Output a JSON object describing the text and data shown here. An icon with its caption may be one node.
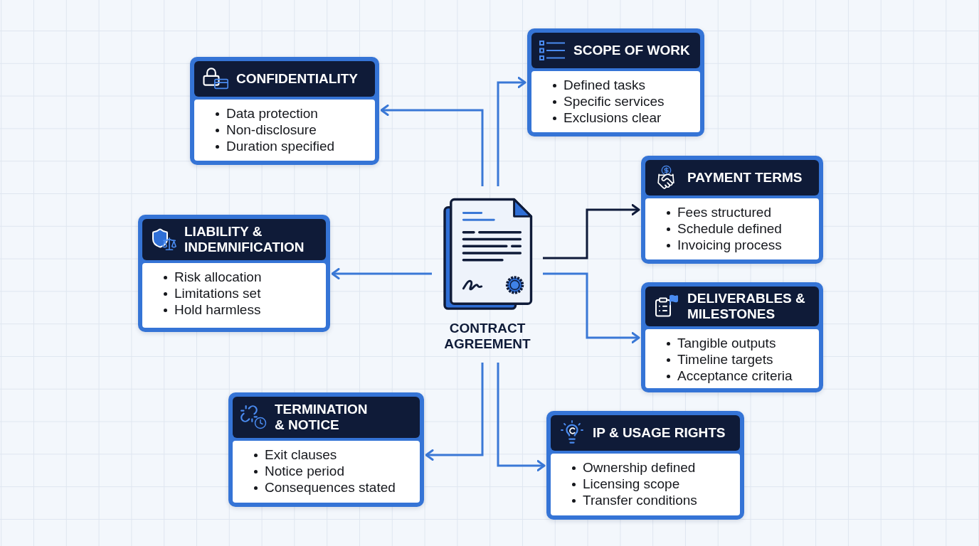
{
  "diagram": {
    "nodes": [
      {
        "text": [
          "CONTRACT AGREEMENT"
        ]
      },
      {
        "text": [
          "CONFIDENTIALITY",
          "Data protection",
          "Non-disclosure",
          "Duration specified"
        ]
      },
      {
        "text": [
          "SCOPE OF WORK",
          "Defined tasks",
          "Specific services",
          "Exclusions clear"
        ]
      },
      {
        "text": [
          "LIABILITY & INDEMNIFICATION",
          "Risk allocation",
          "Limitations set",
          "Hold harmless"
        ]
      },
      {
        "text": [
          "PAYMENT TERMS",
          "Fees structured",
          "Schedule defined",
          "Invoicing process"
        ]
      },
      {
        "text": [
          "DELIVERABLES & MILESTONES",
          "Tangible outputs",
          "Timeline targets",
          "Acceptance criteria"
        ]
      },
      {
        "text": [
          "TERMINATION & NOTICE",
          "Exit clauses",
          "Notice period",
          "Consequences stated"
        ]
      },
      {
        "text": [
          "IP & USAGE RIGHTS",
          "Ownership defined",
          "Licensing scope",
          "Transfer conditions"
        ]
      }
    ],
    "edges": [
      {
        "from": 0,
        "to": 1,
        "arrow": "to"
      },
      {
        "from": 0,
        "to": 2,
        "arrow": "to"
      },
      {
        "from": 0,
        "to": 3,
        "arrow": "to"
      },
      {
        "from": 0,
        "to": 4,
        "arrow": "to",
        "color": "#0f1b3a"
      },
      {
        "from": 0,
        "to": 5,
        "arrow": "to"
      },
      {
        "from": 0,
        "to": 6,
        "arrow": "to"
      },
      {
        "from": 0,
        "to": 7,
        "arrow": "to"
      }
    ]
  }
}
